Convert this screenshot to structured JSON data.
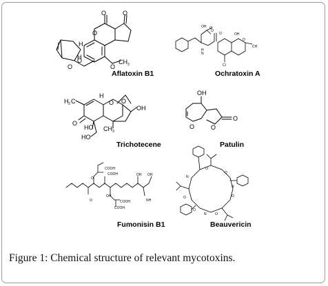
{
  "figure": {
    "compounds": [
      {
        "name": "Aflatoxin B1"
      },
      {
        "name": "Ochratoxin A"
      },
      {
        "name": "Trichotecene"
      },
      {
        "name": "Patulin"
      },
      {
        "name": "Fumonisin B1"
      },
      {
        "name": "Beauvericin"
      }
    ],
    "caption": {
      "prefix": "Figure 1:",
      "text": "Chemical structure of relevant mycotoxins."
    }
  }
}
